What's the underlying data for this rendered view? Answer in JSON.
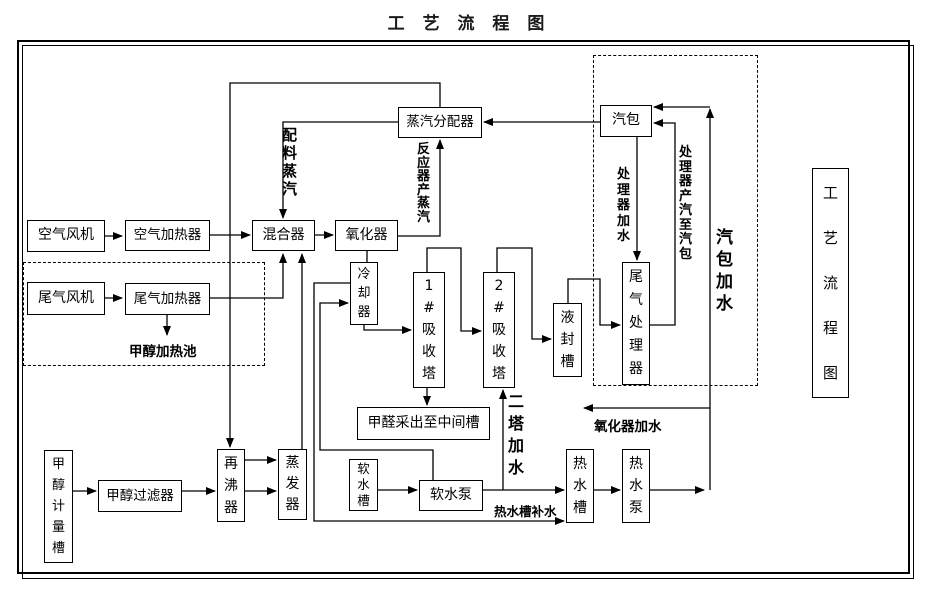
{
  "title": "工 艺 流 程 图",
  "nodes": {
    "air_blower": "空气风机",
    "air_heater": "空气加热器",
    "mixer": "混合器",
    "oxidizer": "氧化器",
    "tailgas_blower": "尾气风机",
    "tailgas_heater": "尾气加热器",
    "steam_distributor": "蒸汽分配器",
    "steam_drum": "汽包",
    "cooler": "冷\n却\n器",
    "absorber1": "1\n#\n吸\n收\n塔",
    "absorber2": "2\n#\n吸\n收\n塔",
    "liquid_seal_tank": "液\n封\n槽",
    "tailgas_processor": "尾\n气\n处\n理\n器",
    "formaldehyde_outlet": "甲醛采出至中间槽",
    "soft_water_tank": "软\n水\n槽",
    "soft_water_pump": "软水泵",
    "hot_water_tank": "热\n水\n槽",
    "hot_water_pump": "热\n水\n泵",
    "reboiler": "再\n沸\n器",
    "evaporator": "蒸\n发\n器",
    "methanol_metering_tank": "甲\n醇\n计\n量\n槽",
    "methanol_filter": "甲醇过滤器",
    "side_title": "工\n艺\n流\n程\n图"
  },
  "flow_labels": {
    "batching_steam": "配\n料\n蒸\n汽",
    "reactor_steam": "反\n应\n器\n产\n蒸\n汽",
    "processor_feedwater": "处\n理\n器\n加\n水",
    "processor_steam_to_drum": "处\n理\n器\n产\n汽\n至\n汽\n包",
    "drum_feedwater": "汽\n包\n加\n水",
    "tower2_feedwater": "二\n塔\n加\n水",
    "oxidizer_feedwater": "氧化器加水",
    "hot_tank_makeup": "热水槽补水",
    "methanol_heating_pool": "甲醇加热池"
  },
  "colors": {
    "line": "#000000",
    "background": "#ffffff"
  }
}
